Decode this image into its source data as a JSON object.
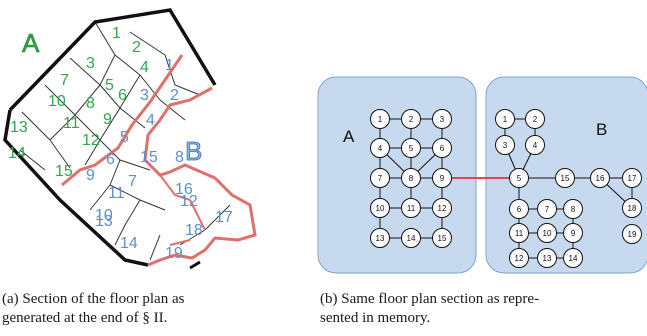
{
  "floor_plan": {
    "label_a": "A",
    "label_b": "B",
    "green_rooms": [
      "1",
      "2",
      "3",
      "4",
      "5",
      "6",
      "7",
      "8",
      "9",
      "10",
      "11",
      "12",
      "13",
      "14",
      "15"
    ],
    "blue_rooms": [
      "1",
      "2",
      "3",
      "4",
      "5",
      "6",
      "7",
      "8",
      "9",
      "10",
      "11",
      "12",
      "13",
      "14",
      "15",
      "16",
      "17",
      "18",
      "19"
    ],
    "colors": {
      "green": "#2ea84a",
      "blue": "#5b8fd0",
      "boundary": "#e0706a",
      "wall": "#111111"
    }
  },
  "graph": {
    "label_a": "A",
    "label_b": "B",
    "a_nodes": [
      "1",
      "2",
      "3",
      "4",
      "5",
      "6",
      "7",
      "8",
      "9",
      "10",
      "11",
      "12",
      "13",
      "14",
      "15"
    ],
    "b_nodes": [
      "1",
      "2",
      "3",
      "4",
      "5",
      "15",
      "16",
      "17",
      "18",
      "19",
      "6",
      "7",
      "8",
      "11",
      "10",
      "9",
      "12",
      "13",
      "14"
    ],
    "colors": {
      "panel_fill": "#c6d9ee",
      "panel_stroke": "#7fa4cf",
      "bridge": "#e04a4a"
    }
  },
  "captions": {
    "a_line1": "(a) Section of the floor plan as",
    "a_line2": "generated at the end of § II.",
    "b_line1": "(b) Same floor plan section as repre-",
    "b_line2": "sented in memory."
  }
}
